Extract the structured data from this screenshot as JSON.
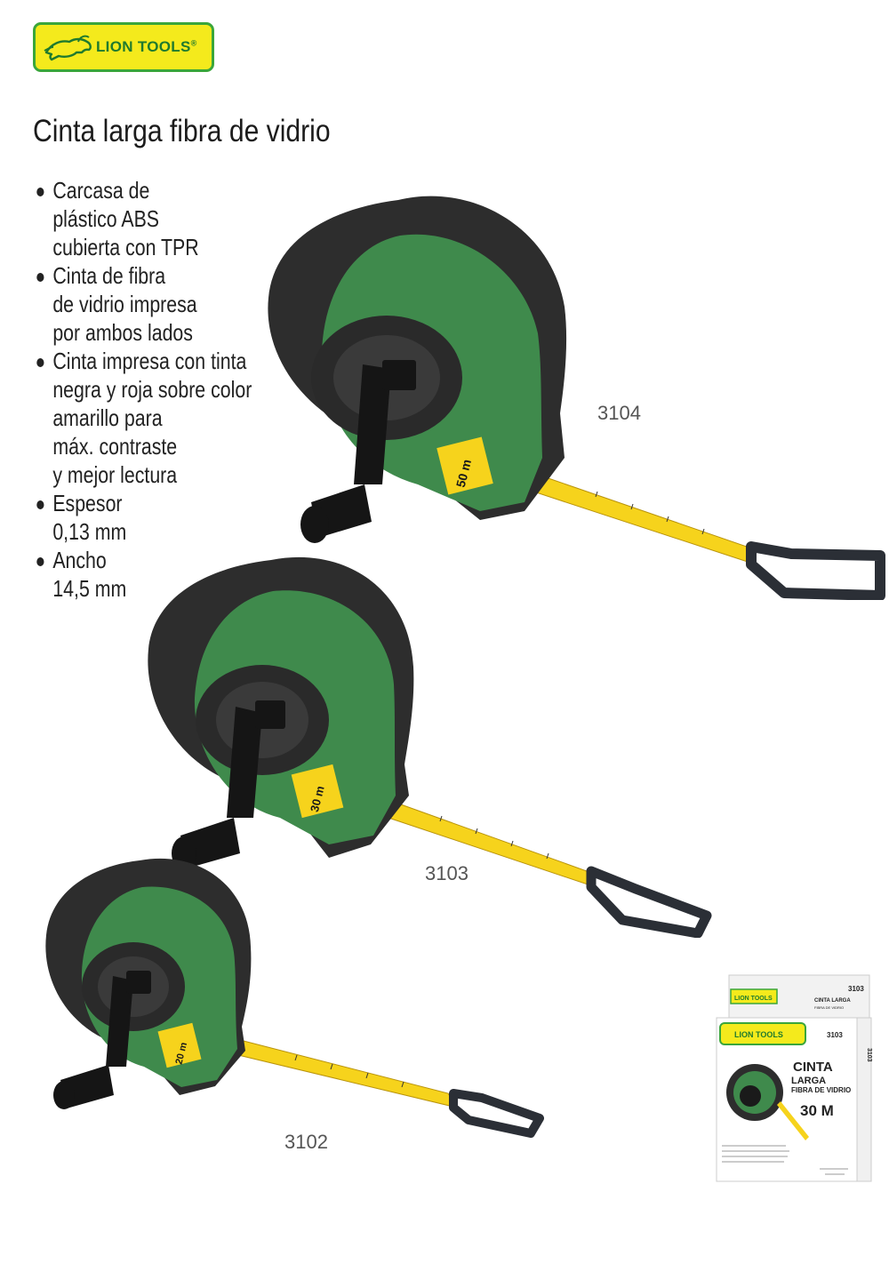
{
  "brand": {
    "name": "LION TOOLS",
    "registered_mark": "®",
    "colors": {
      "border": "#3aa63a",
      "fill": "#f4ea1c",
      "text": "#1f7a2e"
    },
    "icon": "lion-icon"
  },
  "product": {
    "title": "Cinta larga fibra de vidrio",
    "features": [
      [
        "Carcasa de",
        "plástico ABS",
        "cubierta con TPR"
      ],
      [
        "Cinta de fibra",
        "de vidrio impresa",
        "por ambos lados"
      ],
      [
        "Cinta impresa con tinta",
        "negra y roja sobre color",
        "amarillo para",
        "máx. contraste",
        "y mejor lectura"
      ],
      [
        "Espesor",
        "0,13 mm"
      ],
      [
        "Ancho",
        "14,5 mm"
      ]
    ]
  },
  "models": [
    {
      "code": "3104",
      "case_label": "50 m"
    },
    {
      "code": "3103",
      "case_label": "30 m"
    },
    {
      "code": "3102",
      "case_label": "20 m"
    }
  ],
  "package": {
    "code": "3103",
    "brand": "LION TOOLS",
    "name_line1": "CINTA",
    "name_line2": "LARGA",
    "subtitle": "FIBRA DE VIDRIO",
    "small_title": "CINTA LARGA",
    "small_subtitle": "FIBRA DE VIDRIO",
    "size": "30 M"
  },
  "colors": {
    "case_green": "#3f8a4c",
    "case_dark": "#2a2a2a",
    "tape_yellow": "#f6d31c"
  }
}
